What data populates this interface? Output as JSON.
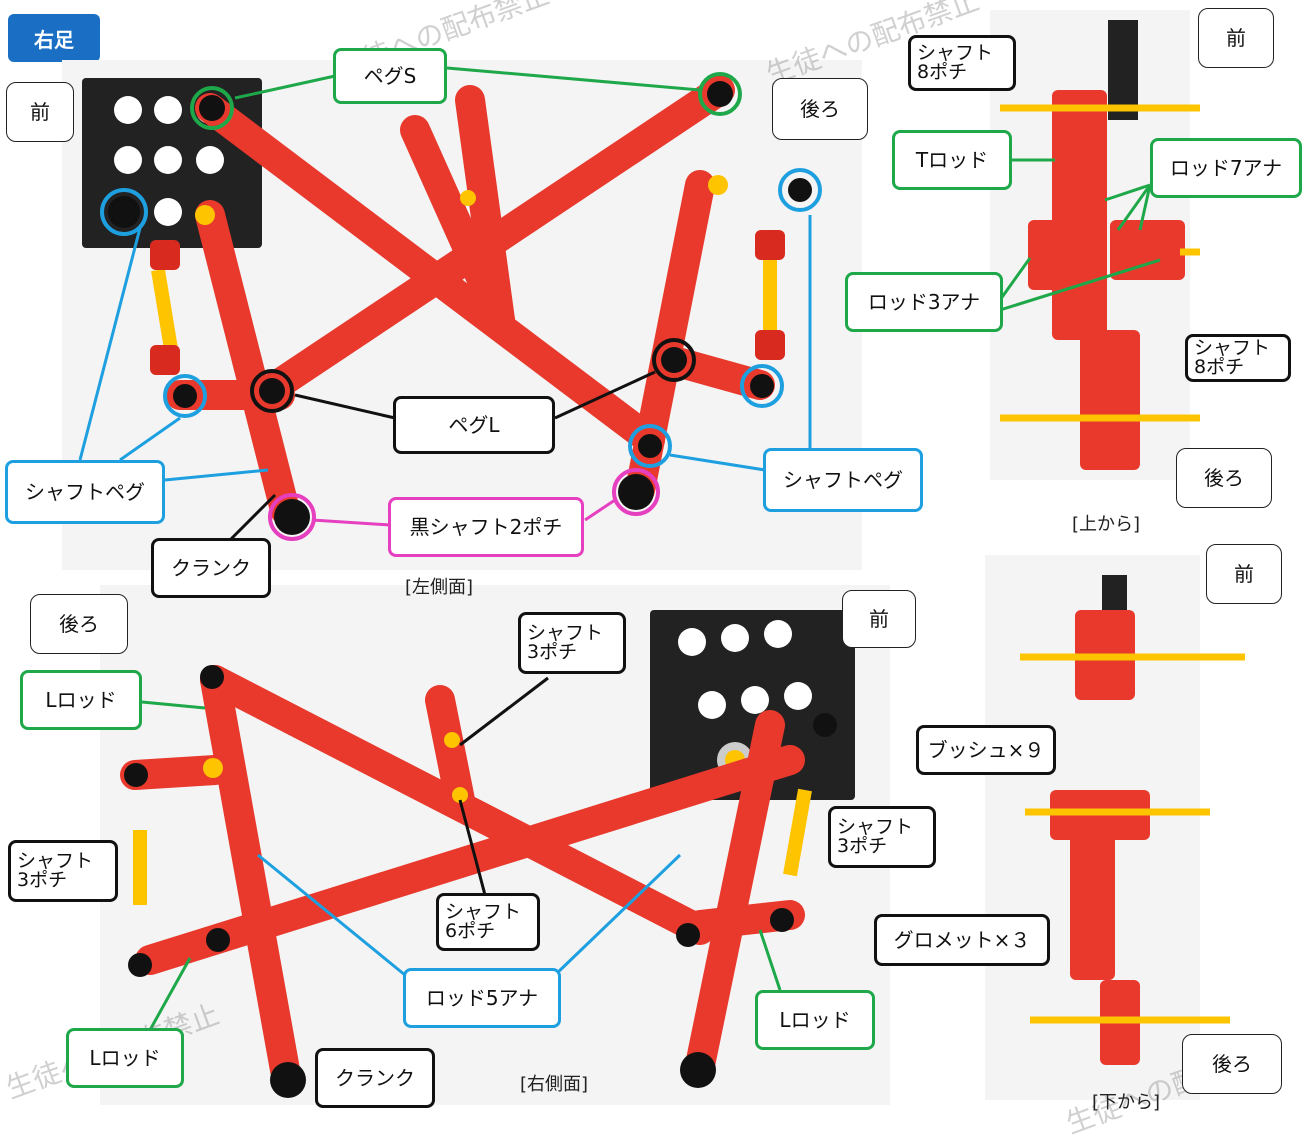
{
  "title": "右足",
  "left_view": {
    "caption": "[左側面]",
    "front": "前",
    "back": "後ろ",
    "peg_s": "ペグS",
    "peg_l": "ペグL",
    "shaft_peg_left": "シャフトペグ",
    "shaft_peg_right": "シャフトペグ",
    "black_shaft": "黒シャフト2ポチ",
    "crank": "クランク"
  },
  "top_view": {
    "caption": "[上から]",
    "front": "前",
    "back": "後ろ",
    "shaft8_top": "シャフト\n8ポチ",
    "t_rod": "Tロッド",
    "rod7": "ロッド7アナ",
    "rod3": "ロッド3アナ",
    "shaft8_mid": "シャフト\n8ポチ"
  },
  "right_view": {
    "caption": "[右側面]",
    "back": "後ろ",
    "front": "前",
    "l_rod_top": "Lロッド",
    "shaft3_top": "シャフト\n3ポチ",
    "shaft3_left": "シャフト\n3ポチ",
    "shaft3_right": "シャフト\n3ポチ",
    "shaft6": "シャフト\n6ポチ",
    "rod5": "ロッド5アナ",
    "l_rod_bottom_left": "Lロッド",
    "l_rod_bottom_right": "Lロッド",
    "crank": "クランク"
  },
  "bottom_view": {
    "caption": "[下から]",
    "front": "前",
    "back": "後ろ",
    "bush": "ブッシュ×９",
    "grommet": "グロメット×３"
  },
  "watermark": "生徒への配布禁止",
  "colors": {
    "accent": "#1a6fc4",
    "green_label": "#1ea84a",
    "blue_label": "#1ea0e0",
    "magenta_label": "#e63fbf",
    "beam": "#e8392c"
  }
}
